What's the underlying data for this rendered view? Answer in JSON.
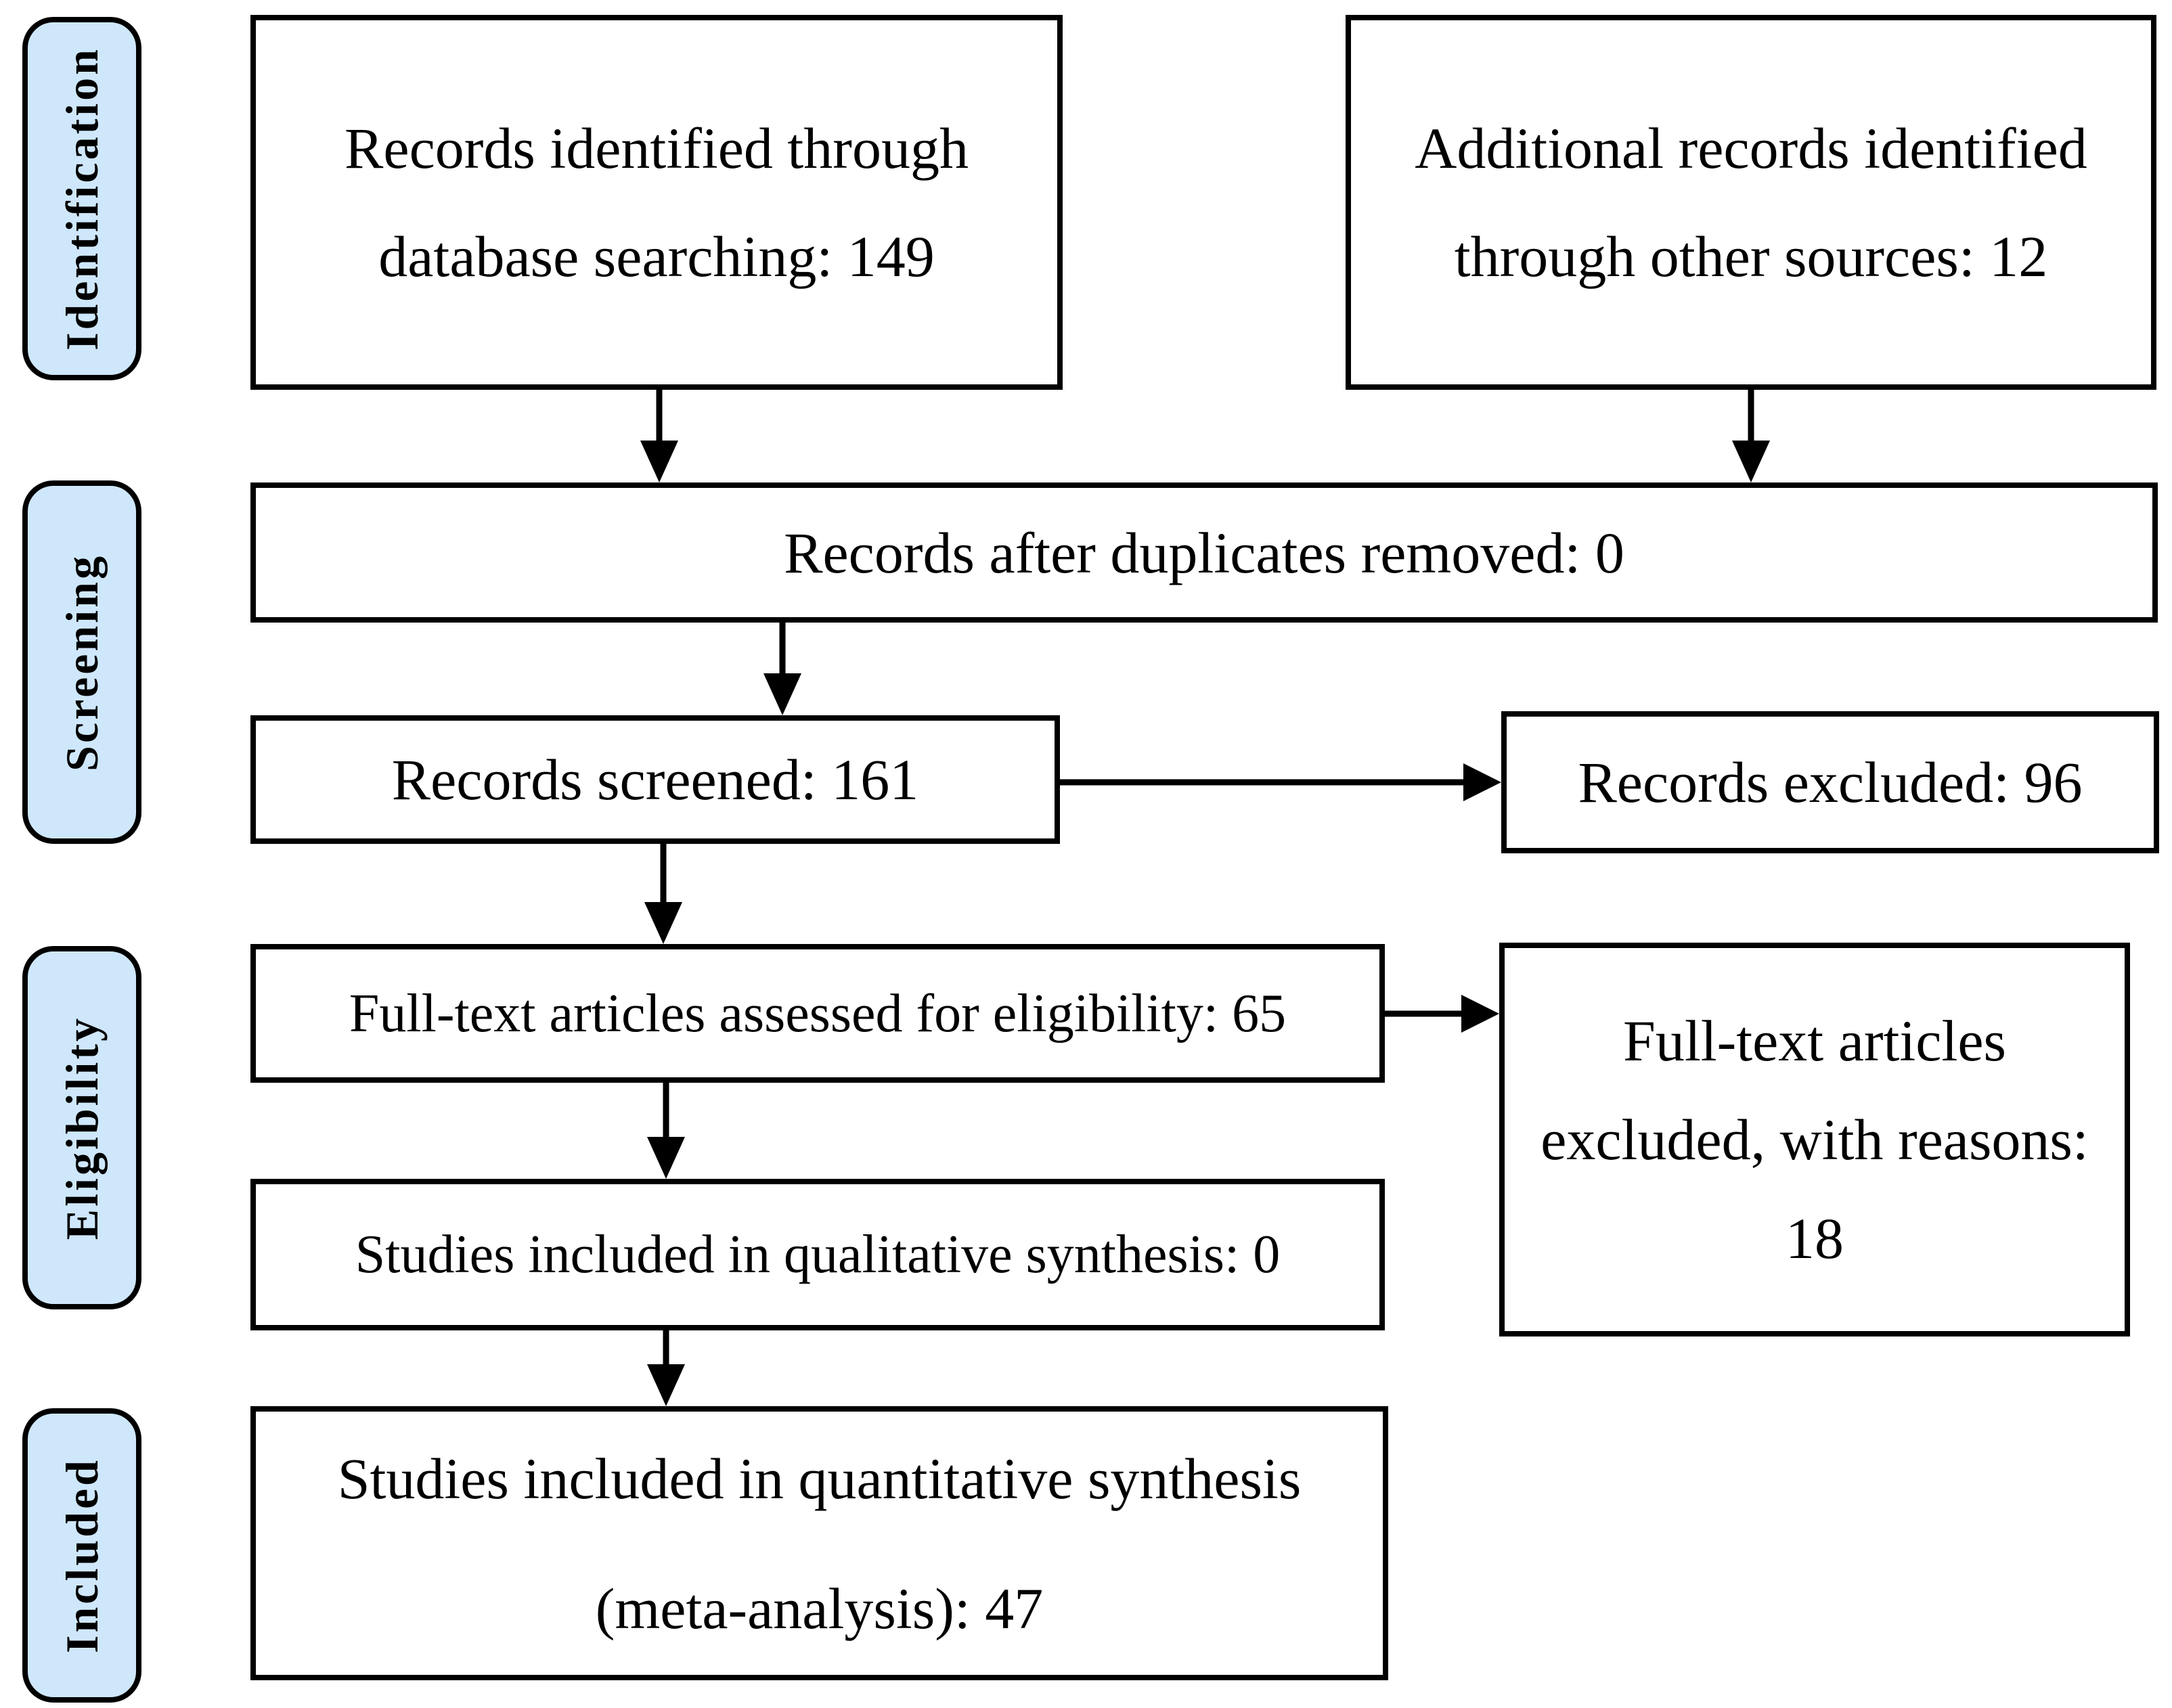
{
  "colors": {
    "stage_fill": "#cfe7fb",
    "border": "#000000",
    "box_fill": "#ffffff",
    "text": "#000000",
    "background": "#ffffff"
  },
  "stages": [
    {
      "label": "Identification"
    },
    {
      "label": "Screening"
    },
    {
      "label": "Eligibility"
    },
    {
      "label": "Included"
    }
  ],
  "boxes": {
    "records_identified": {
      "lines": [
        "Records identified through",
        "database searching: 149"
      ],
      "count": 149
    },
    "additional_records": {
      "lines": [
        "Additional records identified",
        "through other sources: 12"
      ],
      "count": 12
    },
    "duplicates_removed": {
      "lines": [
        "Records after duplicates removed: 0"
      ],
      "count": 0
    },
    "records_screened": {
      "lines": [
        "Records screened: 161"
      ],
      "count": 161
    },
    "records_excluded": {
      "lines": [
        "Records excluded: 96"
      ],
      "count": 96
    },
    "fulltext_assessed": {
      "lines": [
        "Full-text articles assessed for eligibility: 65"
      ],
      "count": 65
    },
    "fulltext_excluded": {
      "lines": [
        "Full-text articles",
        "excluded, with reasons:",
        "18"
      ],
      "count": 18
    },
    "qualitative_synthesis": {
      "lines": [
        "Studies included in qualitative synthesis: 0"
      ],
      "count": 0
    },
    "quantitative_synthesis": {
      "lines": [
        "Studies included in quantitative synthesis",
        "(meta-analysis): 47"
      ],
      "count": 47
    }
  },
  "edges": [
    {
      "from": "records_identified",
      "to": "duplicates_removed"
    },
    {
      "from": "additional_records",
      "to": "duplicates_removed"
    },
    {
      "from": "duplicates_removed",
      "to": "records_screened"
    },
    {
      "from": "records_screened",
      "to": "records_excluded"
    },
    {
      "from": "records_screened",
      "to": "fulltext_assessed"
    },
    {
      "from": "fulltext_assessed",
      "to": "fulltext_excluded"
    },
    {
      "from": "fulltext_assessed",
      "to": "qualitative_synthesis"
    },
    {
      "from": "qualitative_synthesis",
      "to": "quantitative_synthesis"
    }
  ]
}
